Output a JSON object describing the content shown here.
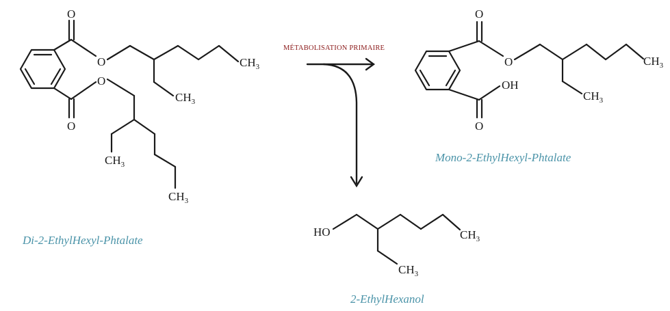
{
  "colors": {
    "caption": "#4a93a8",
    "arrow_label": "#8b1a1a",
    "ink": "#1a1a1a"
  },
  "reaction": {
    "arrow_label": "MÉTABOLISATION PRIMAIRE"
  },
  "molecules": {
    "dehp": {
      "name": "Di-2-EthylHexyl-Phtalate",
      "atoms": {
        "o_top": "O",
        "o_bottom": "O",
        "o_ester_1": "O",
        "o_ester_2": "O",
        "ch3_a": "CH",
        "ch3_b": "CH",
        "ch3_c": "CH",
        "ch3_d": "CH",
        "sub3": "3"
      }
    },
    "mehp": {
      "name": "Mono-2-EthylHexyl-Phtalate",
      "atoms": {
        "o_top": "O",
        "o_bottom": "O",
        "o_ester": "O",
        "oh": "OH",
        "ch3_a": "CH",
        "ch3_b": "CH",
        "sub3": "3"
      }
    },
    "ethylhexanol": {
      "name": "2-EthylHexanol",
      "atoms": {
        "ho": "HO",
        "ch3_a": "CH",
        "ch3_b": "CH",
        "sub3": "3"
      }
    }
  }
}
